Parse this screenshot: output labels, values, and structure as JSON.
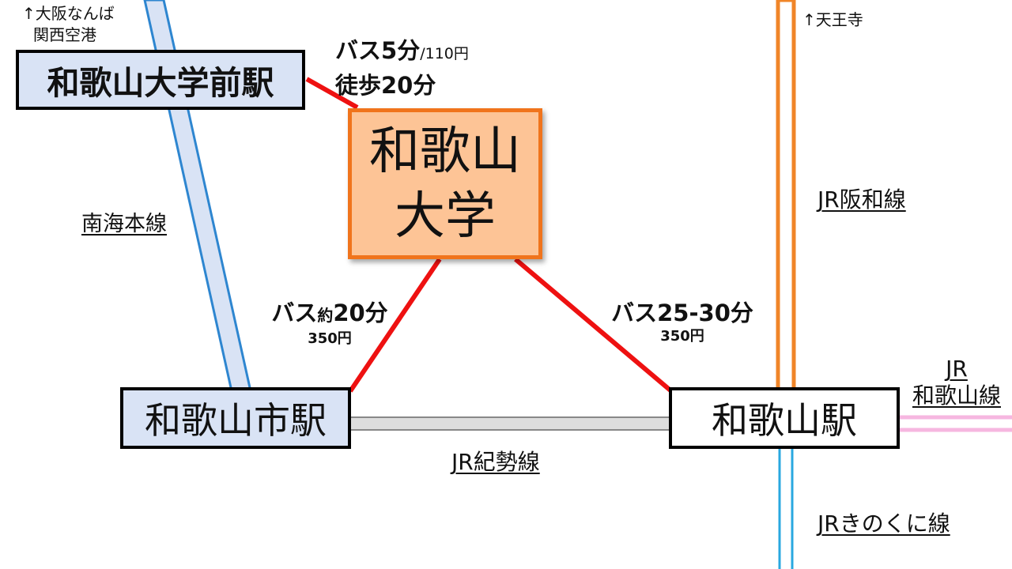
{
  "stations": {
    "daigakumae": "和歌山大学前駅",
    "university_line1": "和歌山",
    "university_line2": "大学",
    "shi": "和歌山市駅",
    "wakayama": "和歌山駅"
  },
  "lines": {
    "nankai": "南海本線",
    "hanwa": "JR阪和線",
    "kisei": "JR紀勢線",
    "kinokuni": "JRきのくに線",
    "wakayama_line1": "JR",
    "wakayama_line2": "和歌山線"
  },
  "directions": {
    "north_line1": "↑大阪なんば",
    "north_line2": "関西空港",
    "tennoji": "↑天王寺"
  },
  "routes": {
    "daigakumae": {
      "bus_label": "バス",
      "bus_time": "5分",
      "fare": "/110円",
      "walk": "徒歩20分"
    },
    "shi": {
      "bus_label": "バス",
      "approx": "約",
      "time": "20分",
      "fare": "350円"
    },
    "wakayama": {
      "bus_label": "バス",
      "time": "25-30分",
      "fare": "350円"
    }
  },
  "colors": {
    "nankai": "#d9e3f5",
    "nankai_border": "#2e86d0",
    "hanwa": "#f08528",
    "kinokuni": "#29a8e0",
    "kisei": "#cccccc",
    "wakayama_line": "#f6b7e0",
    "route": "#ee1111",
    "university_fill": "#fdc496",
    "university_border": "#f0741c"
  }
}
